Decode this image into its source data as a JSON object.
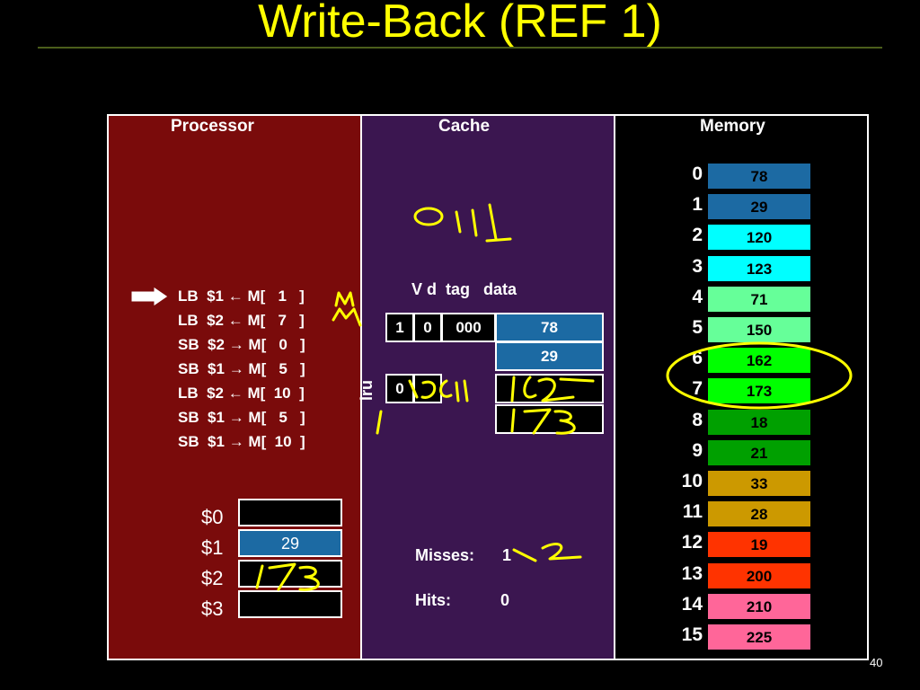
{
  "slide": {
    "title": "Write-Back (REF 1)",
    "page_number": "40"
  },
  "panels": {
    "processor": "Processor",
    "cache": "Cache",
    "memory": "Memory"
  },
  "instructions": [
    "LB  $1 ← M[   1   ]",
    "LB  $2 ← M[   7   ]",
    "SB  $2 → M[   0   ]",
    "SB  $1 → M[   5   ]",
    "LB  $2 ← M[  10  ]",
    "SB  $1 → M[   5   ]",
    "SB  $1 → M[  10  ]"
  ],
  "registers": [
    {
      "name": "$0",
      "value": ""
    },
    {
      "name": "$1",
      "value": "29"
    },
    {
      "name": "$2",
      "value": ""
    },
    {
      "name": "$3",
      "value": ""
    }
  ],
  "cache": {
    "headers": "V d  tag   data",
    "lru_label": "lru",
    "lines": [
      {
        "v": "1",
        "d": "0",
        "tag": "000",
        "data": [
          "78",
          "29"
        ]
      },
      {
        "v": "0",
        "d": "",
        "tag": "",
        "data": [
          "",
          ""
        ]
      }
    ]
  },
  "stats": {
    "misses_label": "Misses:",
    "misses_value": "1",
    "hits_label": "Hits:",
    "hits_value": "0"
  },
  "memory": [
    {
      "addr": "0",
      "value": "78",
      "color": "#1c6aa3"
    },
    {
      "addr": "1",
      "value": "29",
      "color": "#1c6aa3"
    },
    {
      "addr": "2",
      "value": "120",
      "color": "#00ffff"
    },
    {
      "addr": "3",
      "value": "123",
      "color": "#00ffff"
    },
    {
      "addr": "4",
      "value": "71",
      "color": "#66ff99"
    },
    {
      "addr": "5",
      "value": "150",
      "color": "#66ff99"
    },
    {
      "addr": "6",
      "value": "162",
      "color": "#00ff00"
    },
    {
      "addr": "7",
      "value": "173",
      "color": "#00ff00"
    },
    {
      "addr": "8",
      "value": "18",
      "color": "#00a000"
    },
    {
      "addr": "9",
      "value": "21",
      "color": "#00a000"
    },
    {
      "addr": "10",
      "value": "33",
      "color": "#cc9900"
    },
    {
      "addr": "11",
      "value": "28",
      "color": "#cc9900"
    },
    {
      "addr": "12",
      "value": "19",
      "color": "#ff3300"
    },
    {
      "addr": "13",
      "value": "200",
      "color": "#ff3300"
    },
    {
      "addr": "14",
      "value": "210",
      "color": "#ff6699"
    },
    {
      "addr": "15",
      "value": "225",
      "color": "#ff6699"
    }
  ],
  "colors": {
    "title": "#ffff00",
    "annotation": "#ffff00",
    "processor_bg": "#7a0b0b",
    "cache_bg": "#3b1650"
  }
}
